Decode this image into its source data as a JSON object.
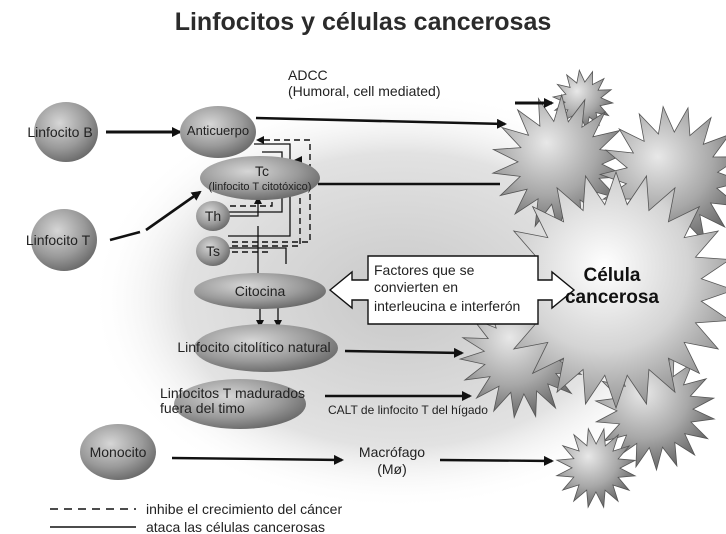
{
  "title": "Linfocitos y células cancerosas",
  "nodes": {
    "linfocito_b": "Linfocito B",
    "linfocito_t": "Linfocito T",
    "anticuerpo": "Anticuerpo",
    "tc": "Tc",
    "tc_sub": "(linfocito T citotóxico)",
    "th": "Th",
    "ts": "Ts",
    "citocina": "Citocina",
    "nk": "Linfocito citolítico natural",
    "thymus_1": "Linfocitos T madurados",
    "thymus_2": "fuera del timo",
    "monocito": "Monocito",
    "macrofago": "Macrófago",
    "macrofago_sym": "(Mø)",
    "adcc": "ADCC",
    "adcc_sub": "(Humoral, cell mediated)",
    "calt": "CALT de linfocito T del hígado",
    "factores_1": "Factores que se",
    "factores_2": "convierten en",
    "factores_3": "interleucina e interferón",
    "celula_1": "Célula",
    "celula_2": "cancerosa"
  },
  "legend": {
    "dashed": "inhibe el crecimiento del cáncer",
    "solid": "ataca las células cancerosas"
  },
  "colors": {
    "text": "#222222",
    "title": "#2b2b2b",
    "cell_fill": "#9a9a9a",
    "cell_dark": "#5a5a5a",
    "node_fill": "#8c8c8c",
    "bg_glow": "#d0d0d0"
  }
}
